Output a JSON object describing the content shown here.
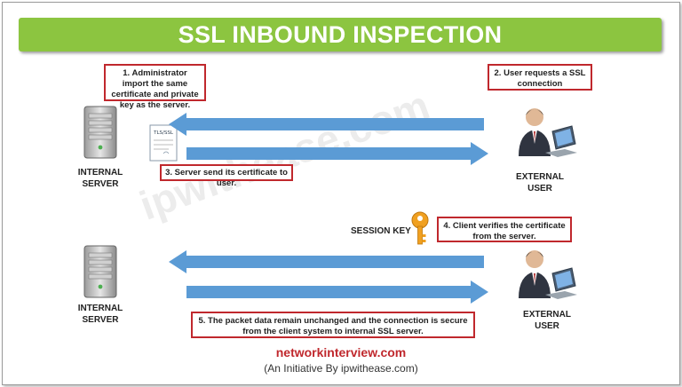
{
  "title": "SSL INBOUND INSPECTION",
  "notes": {
    "step1": "1. Administrator import the same certificate and private key as the server.",
    "step2": "2. User requests a SSL connection",
    "step3": "3. Server send its certificate to user.",
    "step4": "4. Client verifies the certificate from the server.",
    "step5": "5. The packet data remain unchanged and the connection is secure from the client system to internal SSL server."
  },
  "labels": {
    "internal_server_top": "INTERNAL SERVER",
    "external_user_top": "EXTERNAL USER",
    "internal_server_bottom": "INTERNAL SERVER",
    "external_user_bottom": "EXTERNAL USER",
    "session_key": "SESSION KEY",
    "certificate": "TLS/SSL"
  },
  "watermark": "ipwithease.com",
  "footer": {
    "site": "networkinterview.com",
    "tagline": "(An Initiative By ipwithease.com)"
  },
  "colors": {
    "banner": "#8cc540",
    "arrow": "#5b9bd5",
    "note_border": "#c0282d",
    "key": "#f0a020"
  },
  "icons": [
    "server-icon",
    "user-laptop-icon",
    "certificate-icon",
    "key-icon"
  ]
}
